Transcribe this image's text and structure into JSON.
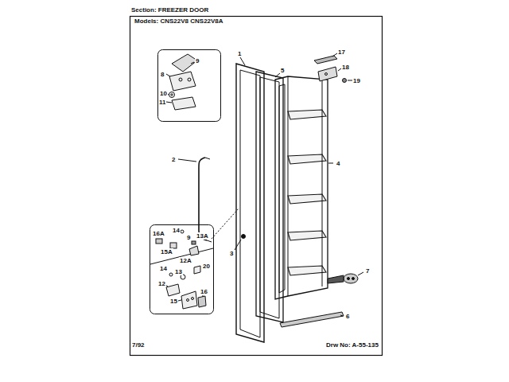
{
  "diagram": {
    "title": "Section: FREEZER DOOR",
    "labels": [
      "Models: CNS22V8 CNS22V8A",
      "9",
      "8",
      "10",
      "11",
      "1",
      "5",
      "17",
      "18",
      "19",
      "2",
      "4",
      "3",
      "16A",
      "14",
      "9",
      "13A",
      "15A",
      "12A",
      "20",
      "14",
      "13",
      "7",
      "12",
      "16",
      "15",
      "6",
      "7/92",
      "Drw No: A-55-135"
    ]
  }
}
